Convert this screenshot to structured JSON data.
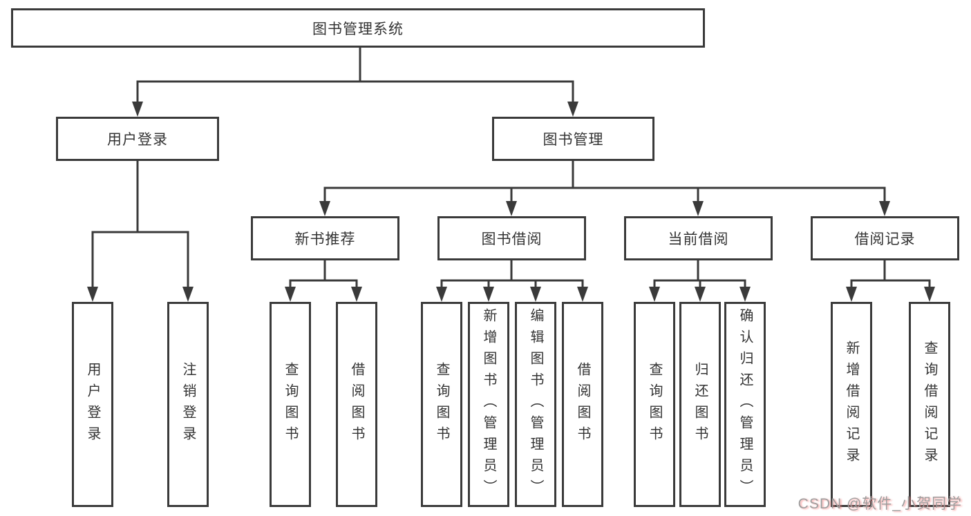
{
  "diagram_title": "图书管理系统",
  "tree": {
    "label": "图书管理系统",
    "children": [
      {
        "label": "用户登录",
        "children": [
          {
            "label": "用户登录"
          },
          {
            "label": "注销登录"
          }
        ]
      },
      {
        "label": "图书管理",
        "children": [
          {
            "label": "新书推荐",
            "children": [
              {
                "label": "查询图书"
              },
              {
                "label": "借阅图书"
              }
            ]
          },
          {
            "label": "图书借阅",
            "children": [
              {
                "label": "查询图书"
              },
              {
                "label": "新增图书（管理员）"
              },
              {
                "label": "编辑图书（管理员）"
              },
              {
                "label": "借阅图书"
              }
            ]
          },
          {
            "label": "当前借阅",
            "children": [
              {
                "label": "查询图书"
              },
              {
                "label": "归还图书"
              },
              {
                "label": "确认归还（管理员）"
              }
            ]
          },
          {
            "label": "借阅记录",
            "children": [
              {
                "label": "新增借阅记录"
              },
              {
                "label": "查询借阅记录"
              }
            ]
          }
        ]
      }
    ]
  },
  "watermark": {
    "text": "CSDN @软件_小贺同学"
  },
  "colors": {
    "line": "#3a3a3a",
    "box_border": "#3a3a3a",
    "text": "#333333",
    "background": "#ffffff",
    "watermark_text": "#9d9d9d",
    "watermark_shadow": "#f87878"
  }
}
